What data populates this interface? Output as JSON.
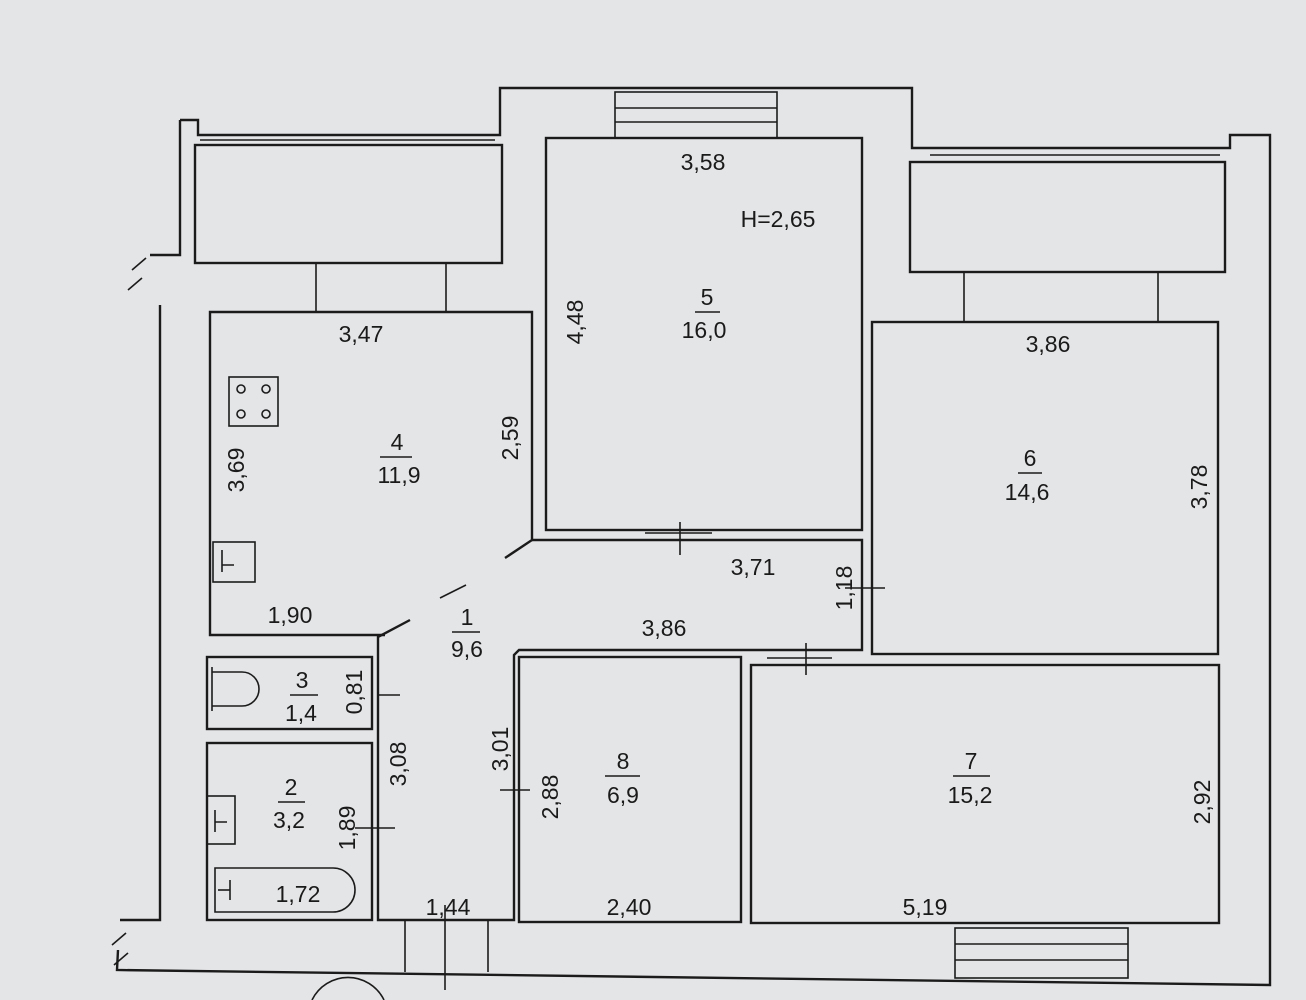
{
  "plan": {
    "height_label": "H=2,65",
    "rooms": [
      {
        "id": "1",
        "number": "1",
        "area": "9,6"
      },
      {
        "id": "2",
        "number": "2",
        "area": "3,2"
      },
      {
        "id": "3",
        "number": "3",
        "area": "1,4"
      },
      {
        "id": "4",
        "number": "4",
        "area": "11,9"
      },
      {
        "id": "5",
        "number": "5",
        "area": "16,0"
      },
      {
        "id": "6",
        "number": "6",
        "area": "14,6"
      },
      {
        "id": "7",
        "number": "7",
        "area": "15,2"
      },
      {
        "id": "8",
        "number": "8",
        "area": "6,9"
      }
    ],
    "dimensions": {
      "r4_top": "3,47",
      "r4_left": "3,69",
      "r4_right": "2,59",
      "r4_bottom": "1,90",
      "r5_top": "3,58",
      "r5_left": "4,48",
      "r6_top": "3,86",
      "r6_right": "3,78",
      "hall_top": "3,71",
      "hall_right": "1,18",
      "hall_mid": "3,86",
      "r3_right": "0,81",
      "hall_left": "3,08",
      "r2_right": "1,89",
      "bath": "1,72",
      "hall_bottom": "1,44",
      "r8_leftwall": "3,01",
      "r8_left": "2,88",
      "r8_bottom": "2,40",
      "r7_bottom": "5,19",
      "r7_right": "2,92"
    }
  }
}
